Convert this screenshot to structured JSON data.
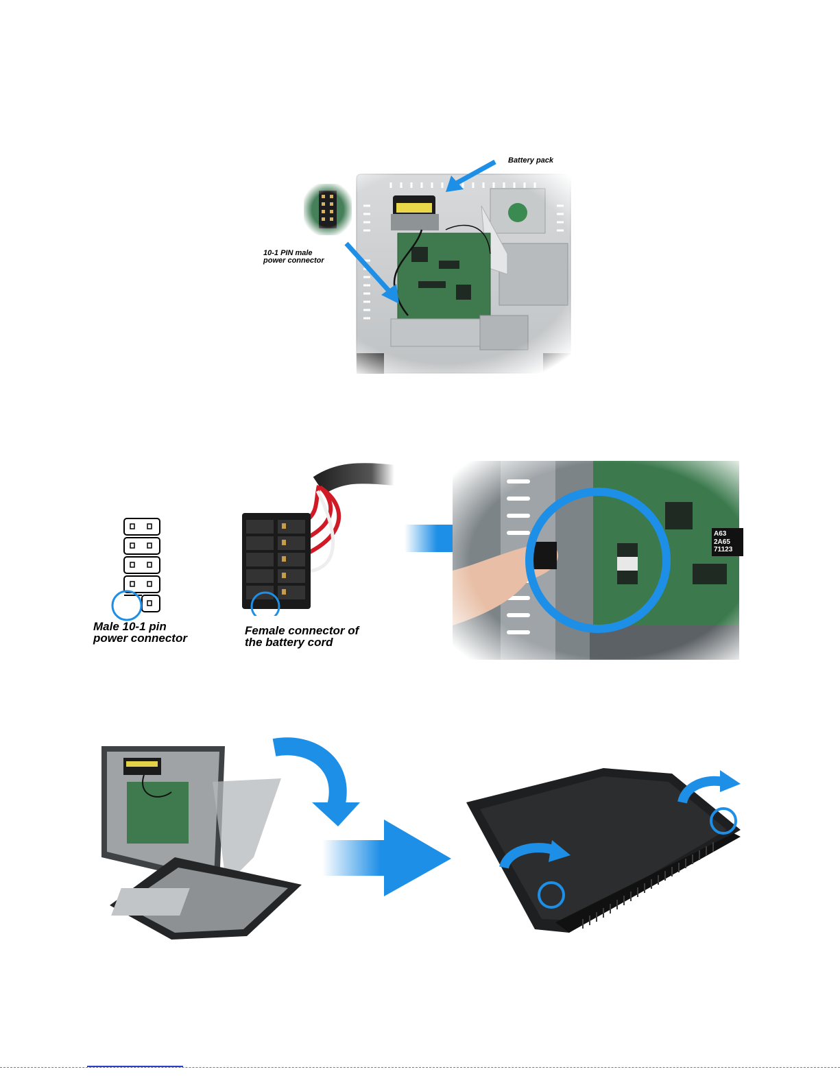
{
  "figure1": {
    "battery_label": "Battery pack",
    "connector_label_line1": "10-1 PIN male",
    "connector_label_line2": "power connector"
  },
  "figure2": {
    "male_label_line1": "Male 10-1 pin",
    "male_label_line2": "power connector",
    "female_label_line1": "Female connector of",
    "female_label_line2": "the battery cord",
    "chip_text": [
      "A63",
      "2A65",
      "71123"
    ]
  },
  "colors": {
    "arrow_blue": "#1e8fe6",
    "circle_blue": "#1e8fe6",
    "panel_gray": "#cfd2d4",
    "board_green": "#3f7a4e",
    "device_black": "#1e1f20"
  }
}
